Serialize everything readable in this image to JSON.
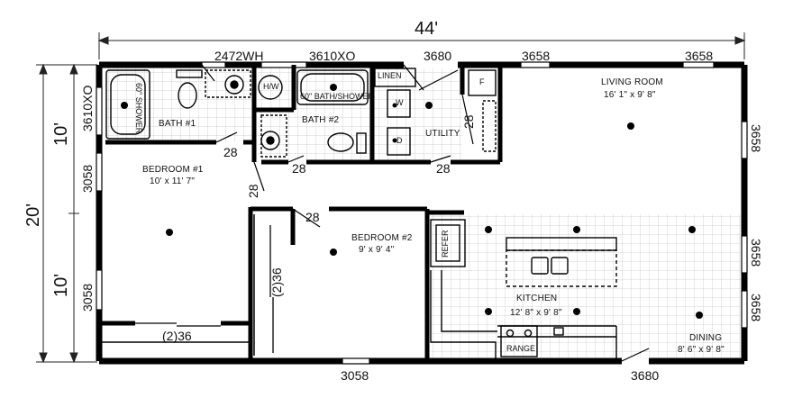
{
  "dimensions": {
    "overall_width": "44'",
    "overall_depth": "20'",
    "left_upper": "10'",
    "left_lower": "10'"
  },
  "windows": {
    "bath1_left": "3610XO",
    "bedroom1_left": "3058",
    "bedroom1_left_lower": "3058",
    "top_bath": "2472WH",
    "top_bath2": "3610XO",
    "top_front_door": "3680",
    "top_living_1": "3658",
    "top_living_2": "3658",
    "right_living": "3658",
    "right_kitchen": "3658",
    "right_dining": "3658",
    "bottom_bedroom2": "3058",
    "bottom_rear_door": "3680"
  },
  "doors": {
    "bath1": "28",
    "bath2": "28",
    "utility_top": "28",
    "utility_bottom": "28",
    "bedroom1": "28",
    "bedroom2": "28"
  },
  "rooms": {
    "bath1": {
      "name": "BATH #1"
    },
    "bath2": {
      "name": "BATH #2"
    },
    "bedroom1": {
      "name": "BEDROOM #1",
      "size": "10' x 11' 7\""
    },
    "bedroom2": {
      "name": "BEDROOM #2",
      "size": "9' x 9' 4\""
    },
    "living": {
      "name": "LIVING ROOM",
      "size": "16' 1\" x 9' 8\""
    },
    "utility": {
      "name": "UTILITY"
    },
    "kitchen": {
      "name": "KITCHEN",
      "size": "12' 8\" x 9' 8\""
    },
    "dining": {
      "name": "DINING",
      "size": "8' 6\" x 9' 8\""
    }
  },
  "fixtures": {
    "shower1": "60\" SHOWER",
    "bath_shower2": "60\" BATH/SHOWER",
    "water_heater": "H/W",
    "linen": "LINEN",
    "washer": "W",
    "dryer": "D",
    "furnace": "F",
    "refrigerator": "REFER",
    "range": "RANGE",
    "closet1": "(2)36",
    "closet2": "(2)36"
  }
}
